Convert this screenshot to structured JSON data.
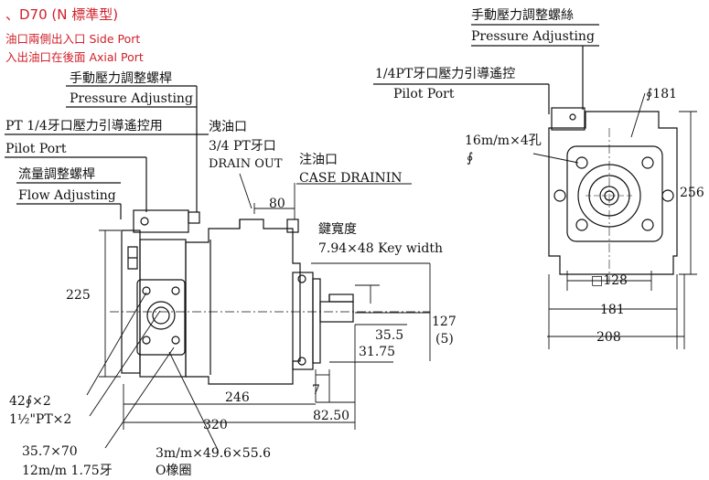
{
  "header": {
    "model": "、D70 (N 標準型)",
    "side_port": "油口兩側出入口 Side Port",
    "axial_port": "入出油口在後面 Axial Port"
  },
  "left_view": {
    "pressure_adjusting_zh": "手動壓力調整螺桿",
    "pressure_adjusting_en": "Pressure Adjusting",
    "pilot_port_zh": "PT 1/4牙口壓力引導遙控用",
    "pilot_port_en": "Pilot Port",
    "flow_adjusting_zh": "流量調整螺桿",
    "flow_adjusting_en": "Flow Adjusting",
    "drain_zh": "洩油口",
    "drain_size": "3/4 PT牙口",
    "drain_en": "DRAIN OUT",
    "case_drain_zh": "注油口",
    "case_drain_en": "CASE DRAININ",
    "key_zh": "鍵寬度",
    "key_en": "7.94×48 Key  width",
    "dim_80": "80",
    "dim_225": "225",
    "dim_127": "127",
    "dim_127_sub": "(5)",
    "dim_35_5": "35.5",
    "dim_31_75": "31.75",
    "dim_7": "7",
    "dim_246": "246",
    "dim_82_50": "82.50",
    "dim_320": "320",
    "bolt_42": "42∮×2",
    "thread_pt": "1½\"PT×2",
    "port_size": "35.7×70",
    "port_thread": "12m/m 1.75牙",
    "oring_size": "3m/m×49.6×55.6",
    "oring_zh": "O橡圈"
  },
  "right_view": {
    "pressure_adjusting_zh": "手動壓力調整螺絲",
    "pressure_adjusting_en": "Pressure Adjusting",
    "pilot_port_zh": "1/4PT牙口壓力引導遙控",
    "pilot_port_en": "Pilot Port",
    "dia_181": "∮181",
    "holes": "16m/m×4孔",
    "holes_sym": "∮",
    "dim_256": "256",
    "dim_128": "□128",
    "dim_181": "181",
    "dim_208": "208"
  }
}
